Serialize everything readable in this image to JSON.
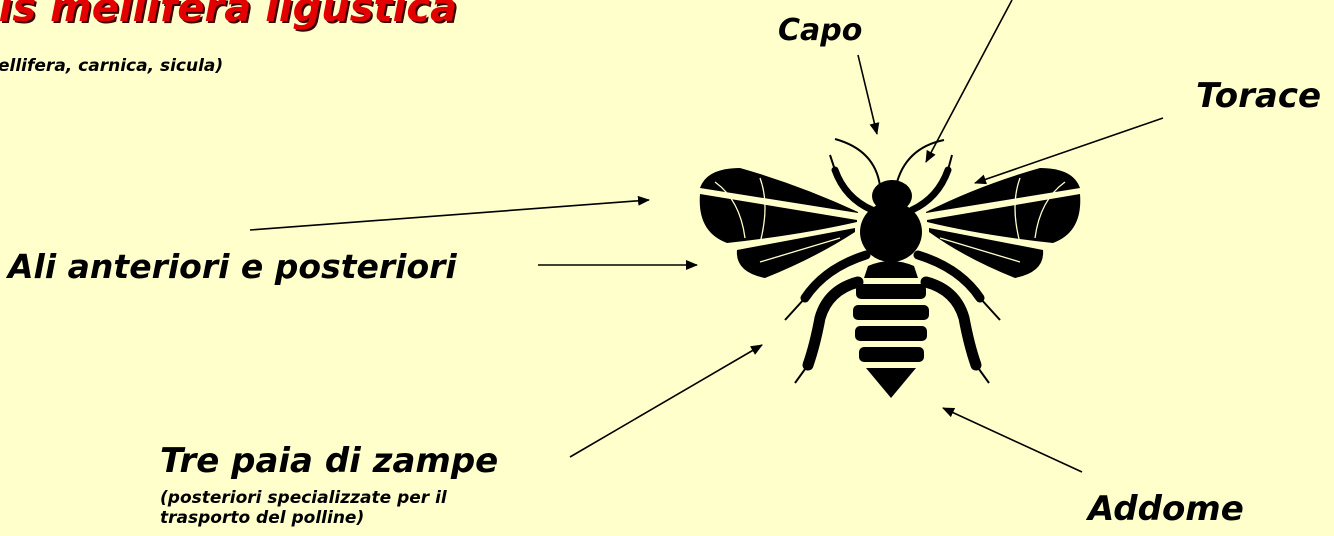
{
  "title": "pis mellifera ligustica",
  "subtitle": "ellifera, carnica, sicula)",
  "labels": {
    "capo": "Capo",
    "torace": "Torace",
    "ali": "Ali anteriori e posteriori",
    "zampe": "Tre paia di zampe",
    "zampe_note_line1": "(posteriori specializzate per il",
    "zampe_note_line2": "trasporto del polline)",
    "addome": "Addome"
  },
  "icons": {
    "bee": "bee-silhouette-icon"
  },
  "colors": {
    "background": "#FFFFCC",
    "title": "#E30000",
    "ink": "#000000"
  }
}
